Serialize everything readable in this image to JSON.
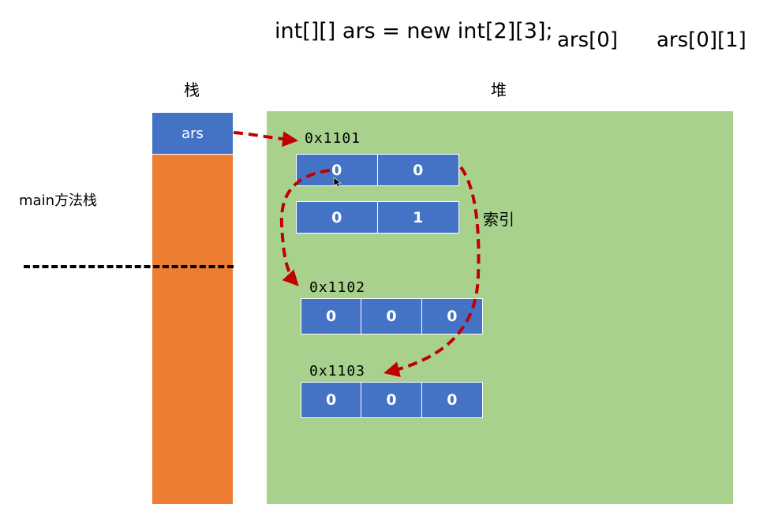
{
  "code_line": "int[][] ars = new int[2][3];",
  "annotation_row": "ars[0]",
  "annotation_cell": "ars[0][1]",
  "stack_label": "栈",
  "heap_label": "堆",
  "stack_var": "ars",
  "main_label": "main方法栈",
  "index_label": "索引",
  "outer_array": {
    "address": "0x1101",
    "rows": [
      {
        "cells": [
          "0",
          "0"
        ]
      },
      {
        "cells": [
          "0",
          "1"
        ]
      }
    ]
  },
  "inner_arrays": [
    {
      "address": "0x1102",
      "cells": [
        "0",
        "0",
        "0"
      ]
    },
    {
      "address": "0x1103",
      "cells": [
        "0",
        "0",
        "0"
      ]
    }
  ],
  "colors": {
    "stack": "#ed7d31",
    "heap": "#a9d18e",
    "cell": "#4472c4",
    "arrow": "#c00000"
  }
}
